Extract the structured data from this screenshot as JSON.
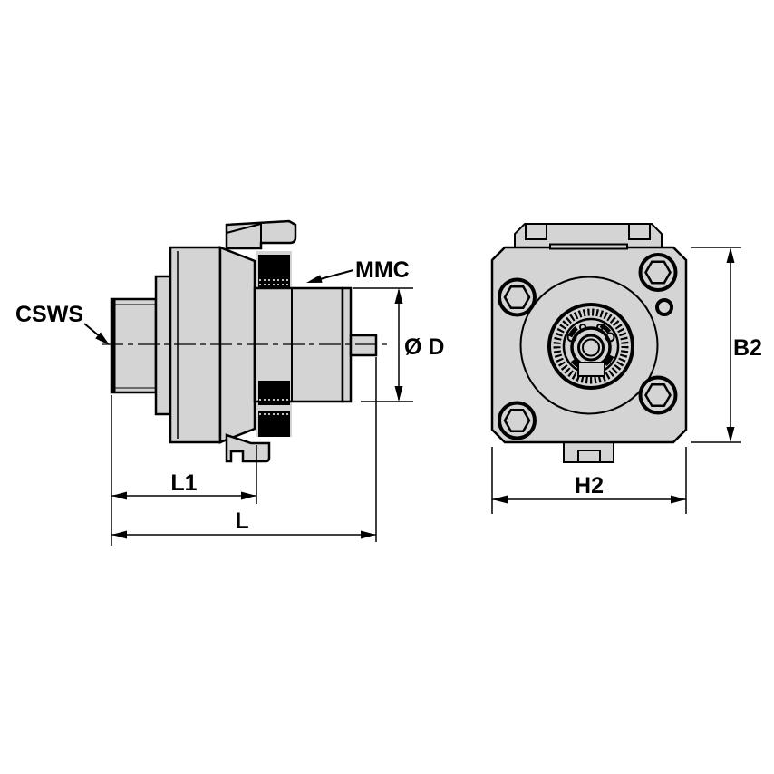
{
  "labels": {
    "csws": "CSWS",
    "mmc": "MMC",
    "diameter": "Ø D",
    "length_l1": "L1",
    "length_l": "L",
    "width_h2": "H2",
    "height_b2": "B2"
  },
  "colors": {
    "background": "#ffffff",
    "part_fill": "#d4d4d4",
    "line": "#000000",
    "thread_fill": "#000000",
    "stipple": "#ffffff"
  }
}
